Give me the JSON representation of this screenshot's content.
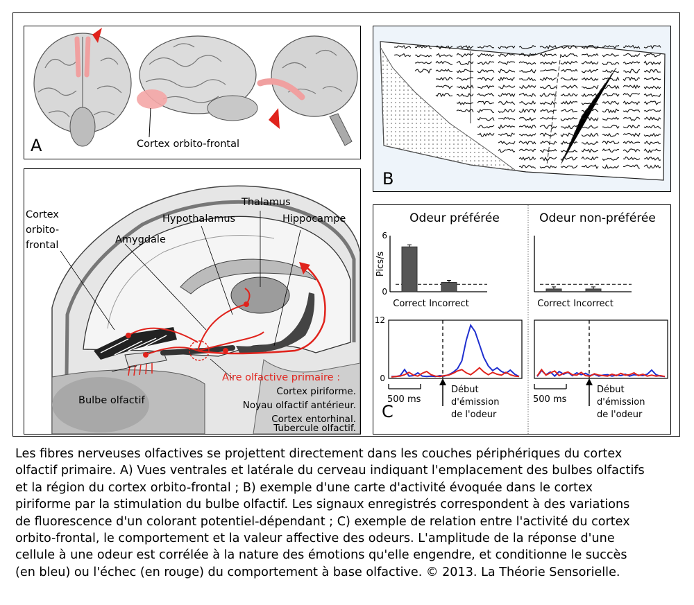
{
  "figure": {
    "panel_a": {
      "letter": "A",
      "label_cortex": "Cortex orbito-frontal"
    },
    "panel_b": {
      "letter": "B"
    },
    "panel_brain": {
      "cortex_line1": "Cortex",
      "cortex_line2": "orbito-",
      "cortex_line3": "frontal",
      "thalamus": "Thalamus",
      "hypothalamus": "Hypothalamus",
      "hippocampe": "Hippocampe",
      "amygdale": "Amygdale",
      "bulbe": "Bulbe olfactif",
      "aire_title": "Aire olfactive primaire :",
      "aire_items": [
        "Cortex piriforme.",
        "Noyau olfactif antérieur.",
        "Cortex entorhinal.",
        "Tubercule olfactif."
      ]
    },
    "panel_c": {
      "letter": "C",
      "left_title": "Odeur préférée",
      "right_title": "Odeur non-préférée",
      "ylabel": "Pics/s",
      "bar_ytick_top": "6",
      "bar_ytick_bottom": "0",
      "line_ytick_top": "12",
      "line_ytick_bottom": "0",
      "scalebar_label": "500 ms",
      "onset_line1": "Début",
      "onset_line2": "d'émission",
      "onset_line3": "de l'odeur",
      "colors": {
        "success": "#1f2fcf",
        "failure": "#e0231c",
        "bar": "#555555"
      }
    }
  },
  "chart_data": [
    {
      "type": "bar",
      "title": "Odeur préférée",
      "categories": [
        "Correct",
        "Incorrect"
      ],
      "values": [
        4.8,
        1.0
      ],
      "ylabel": "Pics/s",
      "ylim": [
        0,
        6
      ],
      "baseline": 0.8
    },
    {
      "type": "bar",
      "title": "Odeur non-préférée",
      "categories": [
        "Correct",
        "Incorrect"
      ],
      "values": [
        0.3,
        0.3
      ],
      "ylabel": "Pics/s",
      "ylim": [
        0,
        6
      ],
      "baseline": 0.8
    },
    {
      "type": "line",
      "title": "Odeur préférée",
      "x": [
        0,
        1,
        2,
        3,
        4,
        5,
        6,
        7,
        8,
        9,
        10,
        11,
        12,
        13,
        14,
        15,
        16,
        17,
        18,
        19,
        20,
        21,
        22,
        23,
        24,
        25,
        26,
        27,
        28,
        29
      ],
      "ylim": [
        0,
        12
      ],
      "series": [
        {
          "values": [
            0.1,
            0.1,
            0.3,
            1.6,
            0.2,
            0.3,
            0.9,
            0.2,
            0.1,
            0.2,
            0.1,
            0.3,
            0.2,
            0.5,
            1.0,
            1.8,
            3.5,
            8.0,
            11.2,
            9.8,
            7.0,
            4.2,
            2.4,
            1.4,
            2.0,
            1.2,
            0.8,
            1.5,
            0.6,
            0.1
          ]
        },
        {
          "values": [
            0.0,
            0.1,
            0.2,
            0.5,
            1.0,
            0.4,
            0.2,
            0.8,
            1.2,
            0.5,
            0.2,
            0.1,
            0.3,
            0.4,
            0.8,
            1.3,
            1.6,
            0.9,
            0.5,
            1.2,
            2.0,
            1.1,
            0.5,
            1.0,
            0.6,
            0.4,
            1.0,
            0.5,
            0.2,
            0.1
          ]
        }
      ]
    },
    {
      "type": "line",
      "title": "Odeur non-préférée",
      "x": [
        0,
        1,
        2,
        3,
        4,
        5,
        6,
        7,
        8,
        9,
        10,
        11,
        12,
        13,
        14,
        15,
        16,
        17,
        18,
        19,
        20,
        21,
        22,
        23,
        24,
        25,
        26,
        27,
        28,
        29
      ],
      "ylim": [
        0,
        12
      ],
      "series": [
        {
          "values": [
            0.1,
            1.4,
            0.5,
            1.1,
            0.2,
            1.2,
            0.6,
            1.0,
            0.3,
            0.9,
            0.5,
            0.8,
            0.3,
            0.6,
            0.2,
            0.4,
            0.5,
            0.2,
            0.4,
            0.3,
            0.6,
            0.2,
            0.5,
            0.4,
            0.3,
            0.6,
            1.5,
            0.5,
            0.2,
            0.1
          ]
        },
        {
          "values": [
            0.2,
            1.6,
            0.4,
            0.9,
            1.3,
            0.3,
            0.8,
            1.1,
            0.5,
            0.4,
            1.0,
            0.3,
            0.2,
            0.7,
            0.4,
            0.3,
            0.2,
            0.6,
            0.3,
            0.8,
            0.4,
            0.5,
            0.9,
            0.3,
            0.6,
            0.2,
            0.4,
            0.2,
            0.3,
            0.1
          ]
        }
      ]
    }
  ],
  "caption": [
    "Les fibres nerveuses olfactives se projettent directement dans les couches périphériques du cortex",
    "olfactif primaire. A) Vues ventrales et latérale du cerveau indiquant l'emplacement des bulbes olfactifs",
    "et la région du cortex orbito-frontal ; B) exemple d'une carte d'activité évoquée dans le cortex",
    "piriforme par la stimulation du bulbe olfactif. Les signaux enregistrés correspondent à des variations",
    "de fluorescence d'un colorant potentiel-dépendant ; C) exemple de relation entre l'activité du cortex",
    "orbito-frontal, le comportement et la valeur affective des odeurs. L'amplitude de la réponse d'une",
    "cellule à une odeur est corrélée à la nature des émotions qu'elle engendre, et conditionne le succès",
    "(en bleu) ou l'échec (en rouge) du comportement à base olfactive. © 2013. La Théorie Sensorielle."
  ]
}
